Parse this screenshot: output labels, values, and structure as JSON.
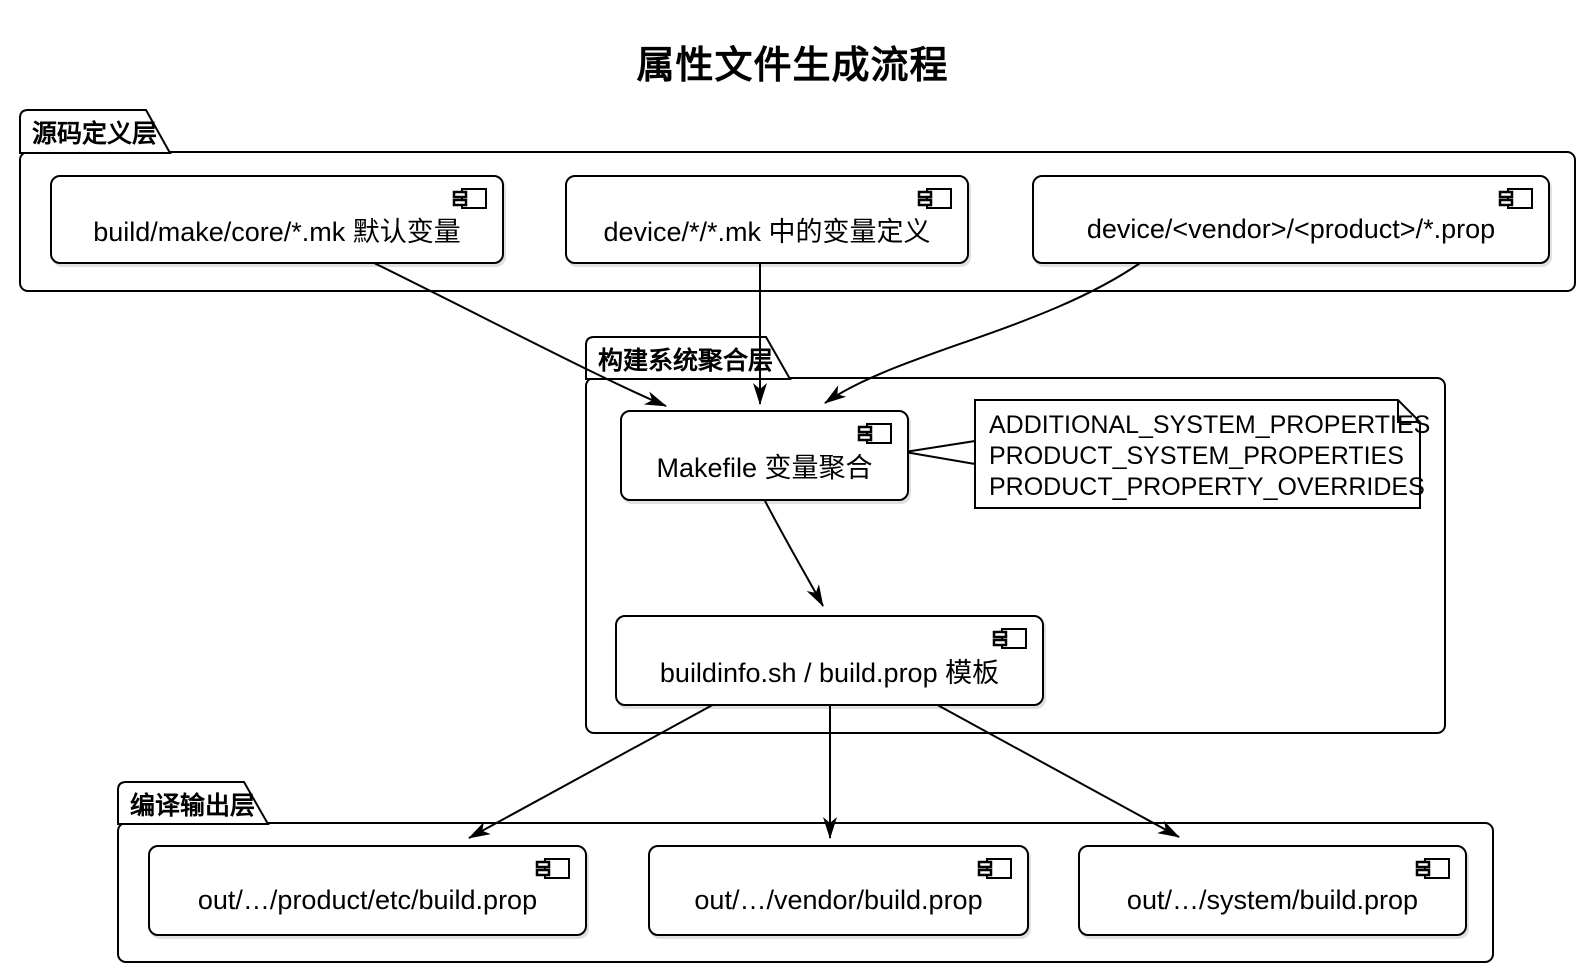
{
  "diagram": {
    "title": "属性文件生成流程",
    "type": "component-flow-diagram",
    "colors": {
      "stroke": "#000000",
      "background": "#ffffff"
    },
    "packages": [
      {
        "label": "源码定义层",
        "components": [
          {
            "label": "build/make/core/*.mk 默认变量"
          },
          {
            "label": "device/*/*.mk 中的变量定义"
          },
          {
            "label": "device/<vendor>/<product>/*.prop"
          }
        ]
      },
      {
        "label": "构建系统聚合层",
        "components": [
          {
            "label": "Makefile 变量聚合"
          },
          {
            "label": "buildinfo.sh / build.prop 模板"
          }
        ],
        "note": {
          "lines": [
            "ADDITIONAL_SYSTEM_PROPERTIES",
            "PRODUCT_SYSTEM_PROPERTIES",
            "PRODUCT_PROPERTY_OVERRIDES"
          ]
        }
      },
      {
        "label": "编译输出层",
        "components": [
          {
            "label": "out/…/product/etc/build.prop"
          },
          {
            "label": "out/…/vendor/build.prop"
          },
          {
            "label": "out/…/system/build.prop"
          }
        ]
      }
    ],
    "edges": [
      {
        "from": "build/make/core/*.mk 默认变量",
        "to": "Makefile 变量聚合"
      },
      {
        "from": "device/*/*.mk 中的变量定义",
        "to": "Makefile 变量聚合"
      },
      {
        "from": "device/<vendor>/<product>/*.prop",
        "to": "Makefile 变量聚合"
      },
      {
        "from": "Makefile 变量聚合",
        "to": "buildinfo.sh / build.prop 模板"
      },
      {
        "from": "buildinfo.sh / build.prop 模板",
        "to": "out/…/product/etc/build.prop"
      },
      {
        "from": "buildinfo.sh / build.prop 模板",
        "to": "out/…/vendor/build.prop"
      },
      {
        "from": "buildinfo.sh / build.prop 模板",
        "to": "out/…/system/build.prop"
      },
      {
        "from": "Makefile 变量聚合",
        "to": "note"
      }
    ]
  }
}
